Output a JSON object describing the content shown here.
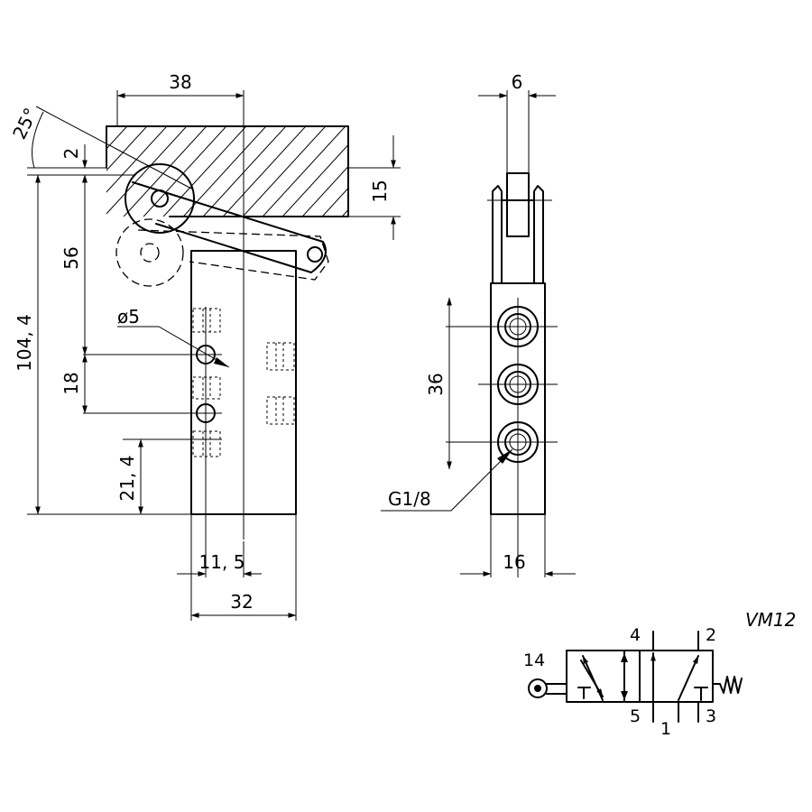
{
  "model": "VM12",
  "dimensions": {
    "top_width": "38",
    "angle": "25°",
    "gap": "2",
    "overall_height": "104, 4",
    "upper_height": "56",
    "hole_diameter": "ø5",
    "port_pitch": "18",
    "bottom_offset": "21, 4",
    "axis_offset": "11, 5",
    "body_width": "32",
    "stroke": "15",
    "roller_width": "6",
    "side_pitch": "36",
    "thread": "G1/8",
    "side_width": "16"
  },
  "symbol": {
    "port_14": "14",
    "port_4": "4",
    "port_2": "2",
    "port_5": "5",
    "port_1": "1",
    "port_3": "3"
  }
}
